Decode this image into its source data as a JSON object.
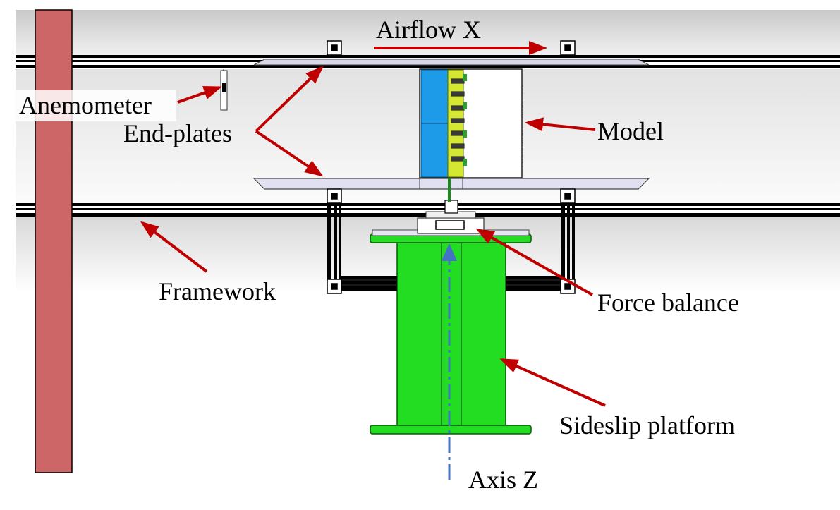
{
  "labels": {
    "airflow": "Airflow X",
    "anemometer": "Anemometer",
    "end_plates": "End-plates",
    "model": "Model",
    "framework": "Framework",
    "force_balance": "Force balance",
    "sideslip_platform": "Sideslip platform",
    "axis_z": "Axis Z"
  },
  "colors": {
    "arrow": "#c00000",
    "platform": "#22dd22",
    "axis": "#4472c4",
    "column": "#cd6666",
    "model_blue": "#1e9be8",
    "model_yellow": "#d4e832",
    "frame": "#000000"
  }
}
